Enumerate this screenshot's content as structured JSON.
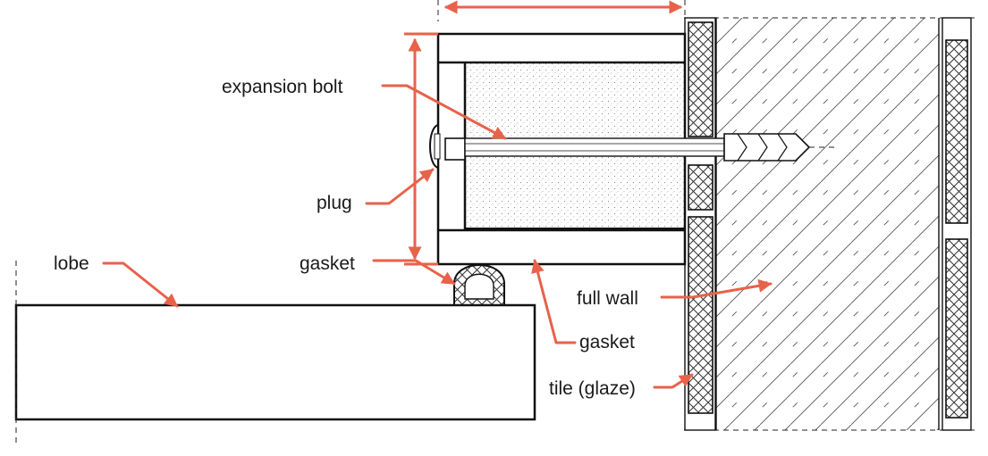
{
  "labels": {
    "expansion_bolt": "expansion bolt",
    "plug": "plug",
    "lobe": "lobe",
    "gasket_left": "gasket",
    "gasket_right": "gasket",
    "full_wall": "full wall",
    "tile": "tile (glaze)"
  },
  "colors": {
    "leader": "#e8624a",
    "stroke": "#111111",
    "stipple": "#9a9a9a"
  }
}
